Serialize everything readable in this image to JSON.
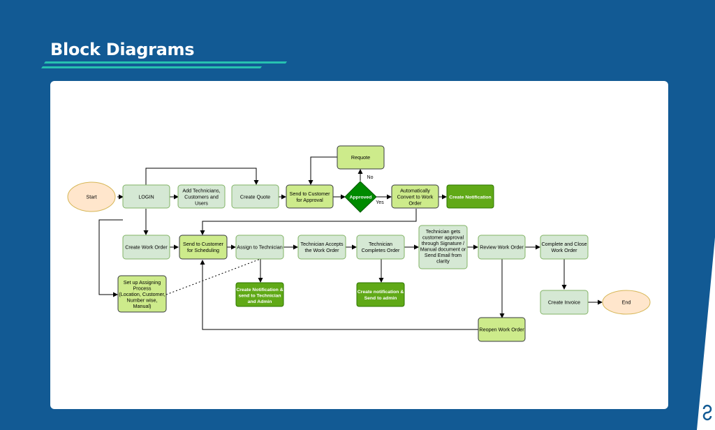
{
  "header": {
    "title": "Block Diagrams"
  },
  "diagram": {
    "nodes": {
      "start": "Start",
      "login": "LOGIN",
      "add_users": [
        "Add Technicians,",
        "Customers and",
        "Users"
      ],
      "create_quote": "Create Quote",
      "send_approval": [
        "Send to Customer",
        "for Approval"
      ],
      "approved": "Approved",
      "requote": "Requote",
      "convert_wo": [
        "Automatically",
        "Convert to Work",
        "Order"
      ],
      "create_notification": "Create Notification",
      "create_work_order": "Create Work Order",
      "send_scheduling": [
        "Send to Customer",
        "for Scheduling"
      ],
      "assign_technician": "Assign to Technician",
      "tech_accepts": [
        "Technician Accepts",
        "the Work Order"
      ],
      "tech_completes": [
        "Technician",
        "Completes Order"
      ],
      "tech_approval": [
        "Technician gets",
        "customer approval",
        "through Signature /",
        "Manual document  or",
        "Send Email from",
        "clarity"
      ],
      "review_wo": "Review Work Order",
      "complete_close": [
        "Complete and Close",
        "Work Order"
      ],
      "setup_assigning": [
        "Set up Assigning",
        "Process",
        "(Location, Customer,",
        "Number wise,",
        "Manual)"
      ],
      "notify_tech_admin": [
        "Create Notification &",
        "send to Technician",
        "and Admin"
      ],
      "notify_admin": [
        "Create notification &",
        "Send to admin"
      ],
      "create_invoice": "Create Invoice",
      "end": "End",
      "reopen_wo": "Reopen Work Order"
    },
    "edge_labels": {
      "no": "No",
      "yes": "Yes"
    },
    "colors": {
      "process_fill": "#d5e8d4",
      "process_stroke": "#82b366",
      "highlight_fill": "#cdeb8b",
      "highlight_stroke": "#36393d",
      "notify_fill": "#60a917",
      "decision_fill": "#008a00",
      "terminal_fill": "#ffe6cc",
      "terminal_stroke": "#d6b656"
    }
  }
}
